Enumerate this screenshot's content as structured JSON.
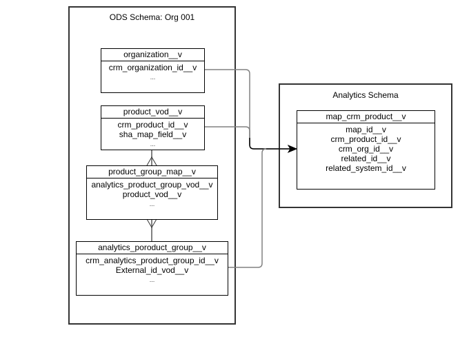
{
  "ods_schema": {
    "title": "ODS Schema: Org 001",
    "entities": {
      "organization": {
        "name": "organization__v",
        "fields": [
          "crm_organization_id__v",
          "..."
        ]
      },
      "product": {
        "name": "product_vod__v",
        "fields": [
          "crm_product_id__v",
          "sha_map_field__v",
          "..."
        ]
      },
      "product_group_map": {
        "name": "product_group_map__v",
        "fields": [
          "analytics_product_group_vod__v",
          "product_vod__v",
          "..."
        ]
      },
      "analytics_product_group": {
        "name": "analytics_poroduct_group__v",
        "fields": [
          "crm_analytics_product_group_id__v",
          "External_id_vod__v",
          "..."
        ]
      }
    }
  },
  "analytics_schema": {
    "title": "Analytics Schema",
    "entities": {
      "map_crm_product": {
        "name": "map_crm_product__v",
        "fields": [
          "map_id__v",
          "crm_product_id__v",
          "crm_org_id__v",
          "related_id__v",
          "related_system_id__v"
        ]
      }
    }
  },
  "relationships": [
    {
      "from": "organization__v.crm_organization_id__v",
      "to": "map_crm_product__v",
      "type": "arrow"
    },
    {
      "from": "product_vod__v.crm_product_id__v",
      "to": "map_crm_product__v",
      "type": "arrow"
    },
    {
      "from": "analytics_poroduct_group__v.crm_analytics_product_group_id__v",
      "to": "map_crm_product__v",
      "type": "arrow"
    },
    {
      "from": "product_vod__v",
      "to": "product_group_map__v",
      "type": "one-to-many"
    },
    {
      "from": "analytics_poroduct_group__v",
      "to": "product_group_map__v",
      "type": "one-to-many"
    }
  ],
  "colors": {
    "schema_border": "#333333",
    "entity_border": "#000000",
    "link_gray": "#808080",
    "link_dark": "#000000"
  }
}
